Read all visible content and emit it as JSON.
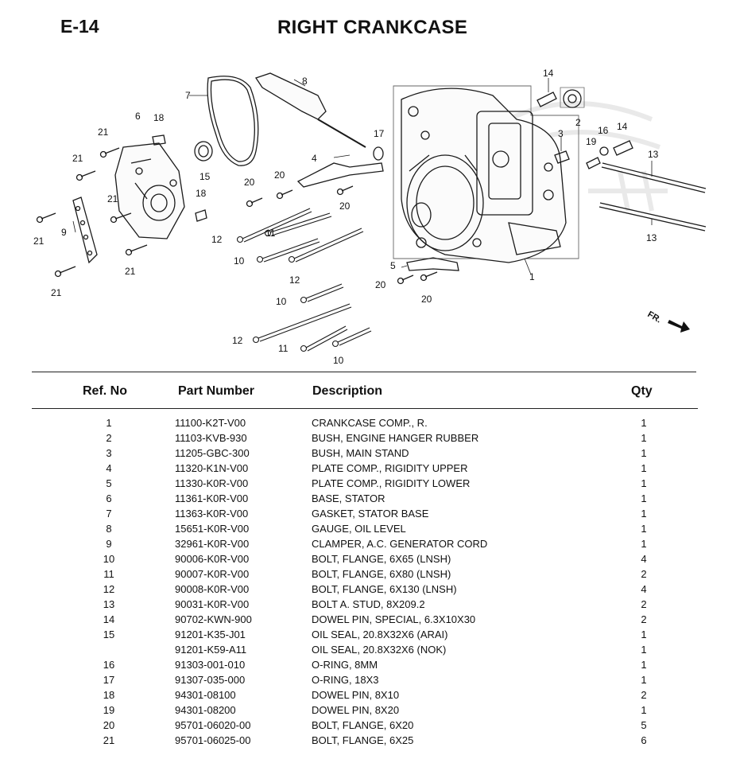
{
  "page": {
    "code": "E-14",
    "title": "RIGHT CRANKCASE"
  },
  "diagram": {
    "front_label": "FR.",
    "callouts": [
      "1",
      "2",
      "3",
      "4",
      "5",
      "6",
      "7",
      "8",
      "9",
      "10",
      "11",
      "12",
      "13",
      "14",
      "15",
      "16",
      "17",
      "18",
      "19",
      "20",
      "21"
    ]
  },
  "table": {
    "headers": {
      "ref": "Ref. No",
      "part_number": "Part Number",
      "description": "Description",
      "qty": "Qty"
    },
    "rows": [
      {
        "ref": "1",
        "pn": "11100-K2T-V00",
        "desc": "CRANKCASE COMP., R.",
        "qty": "1"
      },
      {
        "ref": "2",
        "pn": "11103-KVB-930",
        "desc": "BUSH, ENGINE HANGER RUBBER",
        "qty": "1"
      },
      {
        "ref": "3",
        "pn": "11205-GBC-300",
        "desc": "BUSH, MAIN STAND",
        "qty": "1"
      },
      {
        "ref": "4",
        "pn": "11320-K1N-V00",
        "desc": "PLATE COMP., RIGIDITY UPPER",
        "qty": "1"
      },
      {
        "ref": "5",
        "pn": "11330-K0R-V00",
        "desc": "PLATE COMP., RIGIDITY LOWER",
        "qty": "1"
      },
      {
        "ref": "6",
        "pn": "11361-K0R-V00",
        "desc": "BASE, STATOR",
        "qty": "1"
      },
      {
        "ref": "7",
        "pn": "11363-K0R-V00",
        "desc": "GASKET, STATOR BASE",
        "qty": "1"
      },
      {
        "ref": "8",
        "pn": "15651-K0R-V00",
        "desc": "GAUGE, OIL LEVEL",
        "qty": "1"
      },
      {
        "ref": "9",
        "pn": "32961-K0R-V00",
        "desc": "CLAMPER, A.C. GENERATOR CORD",
        "qty": "1"
      },
      {
        "ref": "10",
        "pn": "90006-K0R-V00",
        "desc": "BOLT, FLANGE, 6X65 (LNSH)",
        "qty": "4"
      },
      {
        "ref": "11",
        "pn": "90007-K0R-V00",
        "desc": "BOLT, FLANGE, 6X80 (LNSH)",
        "qty": "2"
      },
      {
        "ref": "12",
        "pn": "90008-K0R-V00",
        "desc": "BOLT, FLANGE, 6X130 (LNSH)",
        "qty": "4"
      },
      {
        "ref": "13",
        "pn": "90031-K0R-V00",
        "desc": "BOLT A. STUD, 8X209.2",
        "qty": "2"
      },
      {
        "ref": "14",
        "pn": "90702-KWN-900",
        "desc": "DOWEL PIN, SPECIAL, 6.3X10X30",
        "qty": "2"
      },
      {
        "ref": "15",
        "pn": "91201-K35-J01",
        "desc": "OIL SEAL, 20.8X32X6 (ARAI)",
        "qty": "1"
      },
      {
        "ref": "",
        "pn": "91201-K59-A11",
        "desc": "OIL SEAL, 20.8X32X6 (NOK)",
        "qty": "1"
      },
      {
        "ref": "16",
        "pn": "91303-001-010",
        "desc": "O-RING, 8MM",
        "qty": "1"
      },
      {
        "ref": "17",
        "pn": "91307-035-000",
        "desc": "O-RING, 18X3",
        "qty": "1"
      },
      {
        "ref": "18",
        "pn": "94301-08100",
        "desc": "DOWEL PIN, 8X10",
        "qty": "2"
      },
      {
        "ref": "19",
        "pn": "94301-08200",
        "desc": "DOWEL PIN, 8X20",
        "qty": "1"
      },
      {
        "ref": "20",
        "pn": "95701-06020-00",
        "desc": "BOLT, FLANGE, 6X20",
        "qty": "5"
      },
      {
        "ref": "21",
        "pn": "95701-06025-00",
        "desc": "BOLT, FLANGE, 6X25",
        "qty": "6"
      }
    ]
  }
}
